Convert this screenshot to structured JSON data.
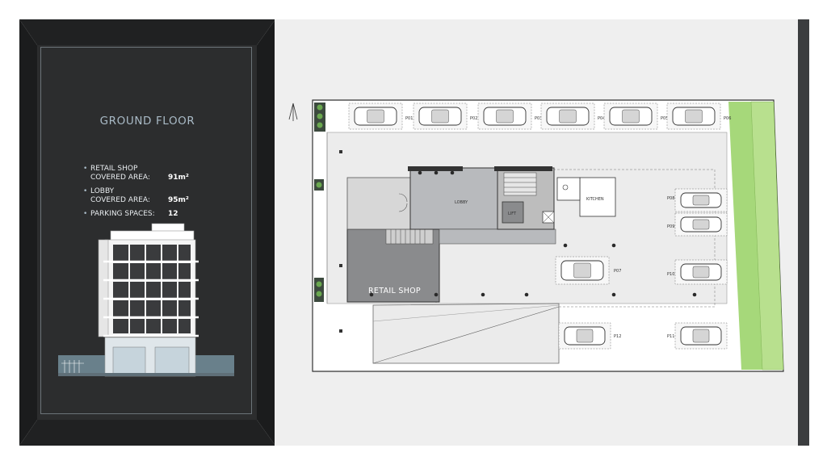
{
  "info_panel": {
    "title": "GROUND FLOOR",
    "items": [
      {
        "label_line1": "RETAIL SHOP",
        "label_line2": "COVERED AREA:",
        "value": "91m²"
      },
      {
        "label_line1": "LOBBY",
        "label_line2": "COVERED AREA:",
        "value": "95m²"
      },
      {
        "label_line1": "PARKING SPACES:",
        "label_line2": "",
        "value": "12"
      }
    ],
    "bullet": "•"
  },
  "plan": {
    "retail_label": "RETAIL SHOP",
    "lobby_label": "LOBBY",
    "kitchen_label": "KITCHEN",
    "lift_label": "LIFT",
    "parking_labels": [
      "P01",
      "P02",
      "P03",
      "P04",
      "P05",
      "P06",
      "P08",
      "P09",
      "P07",
      "P10",
      "P12",
      "P11"
    ]
  },
  "colors": {
    "panel": "#2c2d2e",
    "panel_side": "#1b1c1d",
    "paper": "#efefef",
    "retail_fill": "#8a8b8d",
    "lobby_fill": "#b8babd",
    "green_strip": "#a6d87a",
    "accent_title": "#a9bac6"
  }
}
